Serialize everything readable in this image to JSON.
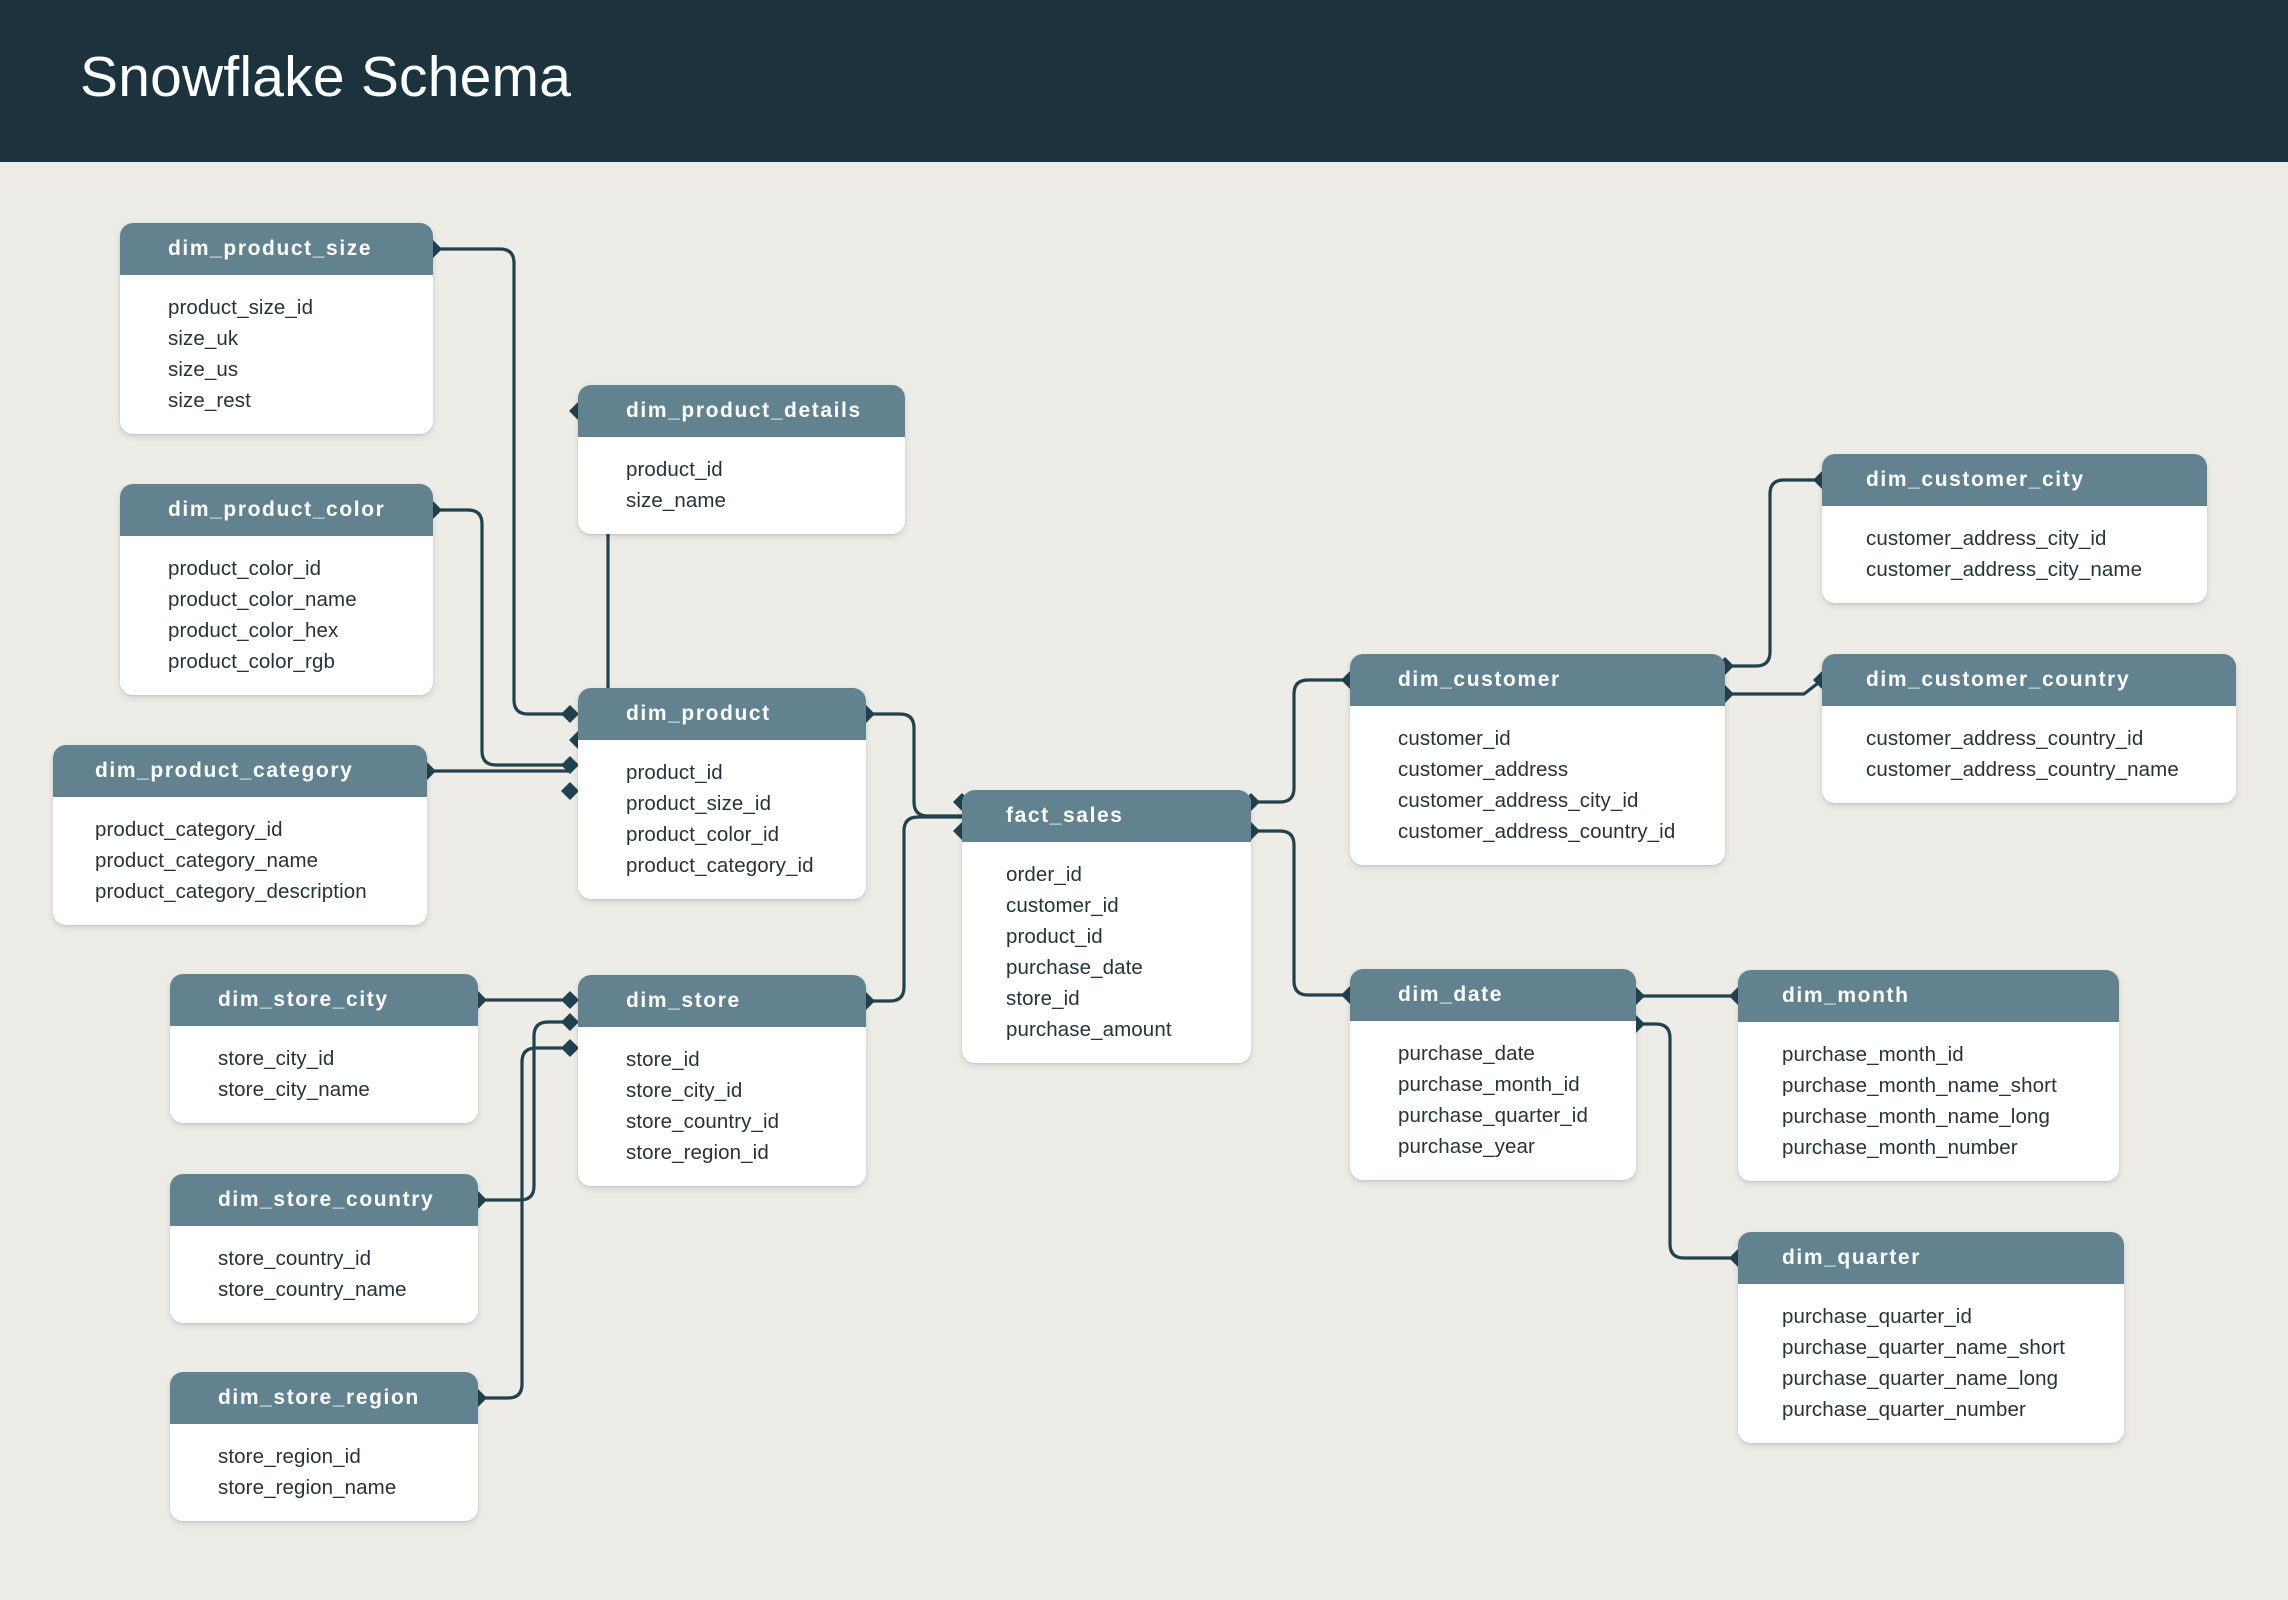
{
  "header": {
    "title": "Snowflake Schema",
    "bg_color": "#1c333d",
    "text_color": "#ffffff"
  },
  "canvas": {
    "background_color": "#eeece7",
    "entity_header_color": "#62828f",
    "entity_body_color": "#ffffff",
    "connector_color": "#21414e",
    "field_text_color": "#26333a"
  },
  "diagram": {
    "type": "snowflake-schema-erd",
    "fact_table": "fact_sales",
    "entities": [
      {
        "name": "dim_product_size",
        "fields": [
          "product_size_id",
          "size_uk",
          "size_us",
          "size_rest"
        ]
      },
      {
        "name": "dim_product_details",
        "fields": [
          "product_id",
          "size_name"
        ]
      },
      {
        "name": "dim_product_color",
        "fields": [
          "product_color_id",
          "product_color_name",
          "product_color_hex",
          "product_color_rgb"
        ]
      },
      {
        "name": "dim_product_category",
        "fields": [
          "product_category_id",
          "product_category_name",
          "product_category_description"
        ]
      },
      {
        "name": "dim_product",
        "fields": [
          "product_id",
          "product_size_id",
          "product_color_id",
          "product_category_id"
        ]
      },
      {
        "name": "fact_sales",
        "fields": [
          "order_id",
          "customer_id",
          "product_id",
          "purchase_date",
          "store_id",
          "purchase_amount"
        ]
      },
      {
        "name": "dim_customer",
        "fields": [
          "customer_id",
          "customer_address",
          "customer_address_city_id",
          "customer_address_country_id"
        ]
      },
      {
        "name": "dim_customer_city",
        "fields": [
          "customer_address_city_id",
          "customer_address_city_name"
        ]
      },
      {
        "name": "dim_customer_country",
        "fields": [
          "customer_address_country_id",
          "customer_address_country_name"
        ]
      },
      {
        "name": "dim_store_city",
        "fields": [
          "store_city_id",
          "store_city_name"
        ]
      },
      {
        "name": "dim_store",
        "fields": [
          "store_id",
          "store_city_id",
          "store_country_id",
          "store_region_id"
        ]
      },
      {
        "name": "dim_store_country",
        "fields": [
          "store_country_id",
          "store_country_name"
        ]
      },
      {
        "name": "dim_store_region",
        "fields": [
          "store_region_id",
          "store_region_name"
        ]
      },
      {
        "name": "dim_date",
        "fields": [
          "purchase_date",
          "purchase_month_id",
          "purchase_quarter_id",
          "purchase_year"
        ]
      },
      {
        "name": "dim_month",
        "fields": [
          "purchase_month_id",
          "purchase_month_name_short",
          "purchase_month_name_long",
          "purchase_month_number"
        ]
      },
      {
        "name": "dim_quarter",
        "fields": [
          "purchase_quarter_id",
          "purchase_quarter_name_short",
          "purchase_quarter_name_long",
          "purchase_quarter_number"
        ]
      }
    ],
    "relationships": [
      {
        "from": "dim_product_size",
        "to": "dim_product"
      },
      {
        "from": "dim_product_details",
        "to": "dim_product"
      },
      {
        "from": "dim_product_color",
        "to": "dim_product"
      },
      {
        "from": "dim_product_category",
        "to": "dim_product"
      },
      {
        "from": "dim_product",
        "to": "fact_sales"
      },
      {
        "from": "fact_sales",
        "to": "dim_customer"
      },
      {
        "from": "dim_customer",
        "to": "dim_customer_city"
      },
      {
        "from": "dim_customer",
        "to": "dim_customer_country"
      },
      {
        "from": "dim_store_city",
        "to": "dim_store"
      },
      {
        "from": "dim_store_country",
        "to": "dim_store"
      },
      {
        "from": "dim_store_region",
        "to": "dim_store"
      },
      {
        "from": "dim_store",
        "to": "fact_sales"
      },
      {
        "from": "fact_sales",
        "to": "dim_date"
      },
      {
        "from": "dim_date",
        "to": "dim_month"
      },
      {
        "from": "dim_date",
        "to": "dim_quarter"
      }
    ]
  }
}
